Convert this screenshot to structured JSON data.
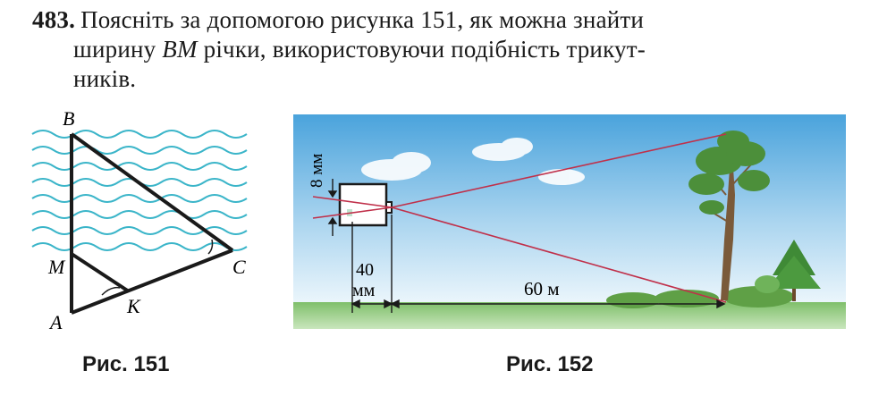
{
  "problem": {
    "number": "483.",
    "line1": "Поясніть за допомогою рисунка 151, як можна знайти",
    "line2_start": "ширину",
    "line2_var": "BM",
    "line2_end": "річки, використовуючи подібність трикут-",
    "line3": "ників."
  },
  "figure151": {
    "labels": {
      "B": "B",
      "M": "M",
      "A": "A",
      "K": "K",
      "C": "C"
    },
    "caption": "Рис. 151",
    "colors": {
      "water": "#3bb5c9",
      "lines": "#1a1a1a"
    }
  },
  "figure152": {
    "dim_8mm": "8 мм",
    "dim_40": "40",
    "dim_40_unit": "мм",
    "dim_60m": "60 м",
    "caption": "Рис. 152",
    "colors": {
      "sky_top": "#4aa3dc",
      "sky_bottom": "#e9f4fb",
      "ground": "#9cc98a",
      "rays": "#c0304a",
      "tree": "#4c8f3a"
    }
  }
}
